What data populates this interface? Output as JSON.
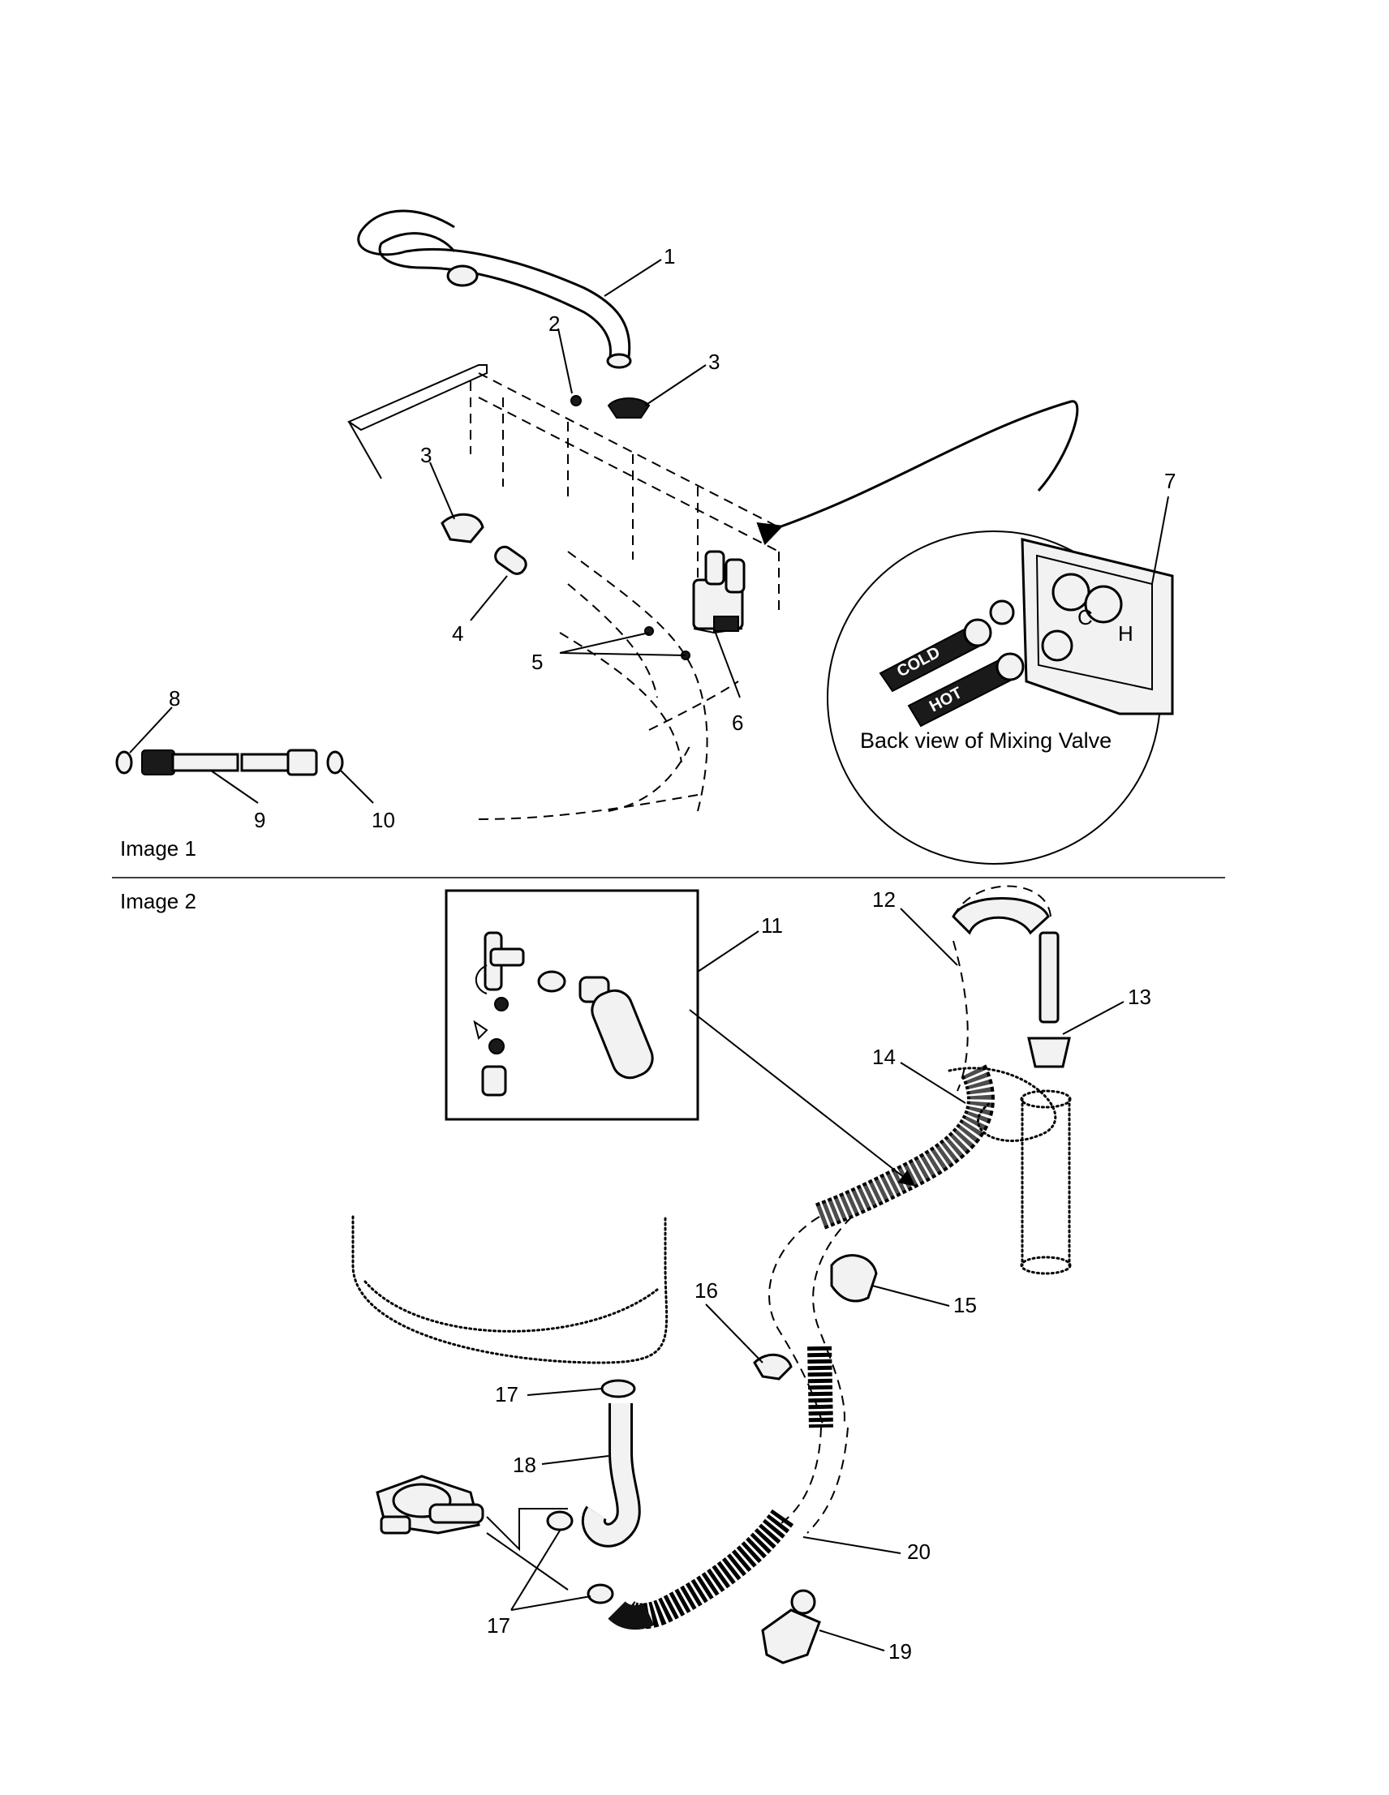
{
  "image1_label": "Image 1",
  "image2_label": "Image 2",
  "inset": {
    "caption": "Back view of Mixing Valve",
    "cold_label": "COLD",
    "hot_label": "HOT",
    "c_mark": "C",
    "h_mark": "H"
  },
  "callouts": {
    "p1": "1",
    "p2": "2",
    "p3a": "3",
    "p3b": "3",
    "p4": "4",
    "p5": "5",
    "p6": "6",
    "p7": "7",
    "p8": "8",
    "p9": "9",
    "p10": "10",
    "p11": "11",
    "p12": "12",
    "p13": "13",
    "p14": "14",
    "p15": "15",
    "p16": "16",
    "p17a": "17",
    "p17b": "17",
    "p18": "18",
    "p19": "19",
    "p20": "20"
  }
}
